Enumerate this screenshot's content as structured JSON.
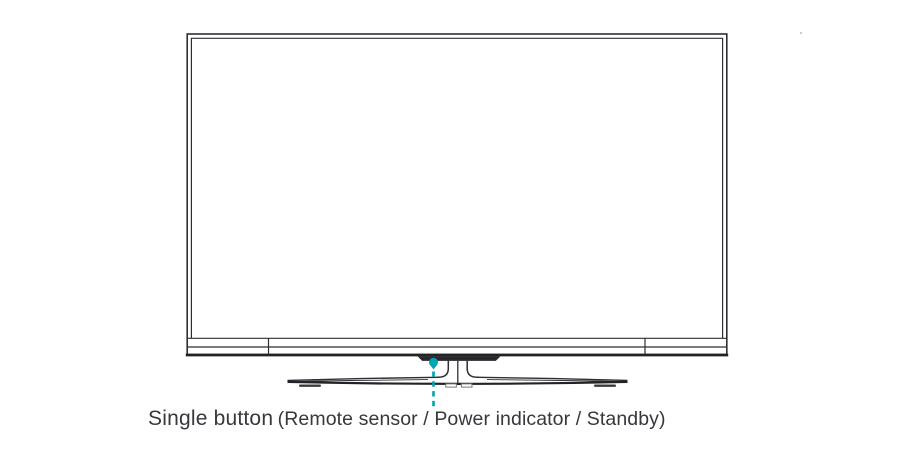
{
  "illustration": {
    "accent": "#00a3b2",
    "line_color": "#2f2f33",
    "caption": {
      "primary": "Single button",
      "secondary": "(Remote sensor / Power indicator / Standby)",
      "full": "Single button (Remote sensor / Power indicator / Standby)"
    },
    "button_functions": [
      "Remote sensor",
      "Power indicator",
      "Standby"
    ]
  }
}
